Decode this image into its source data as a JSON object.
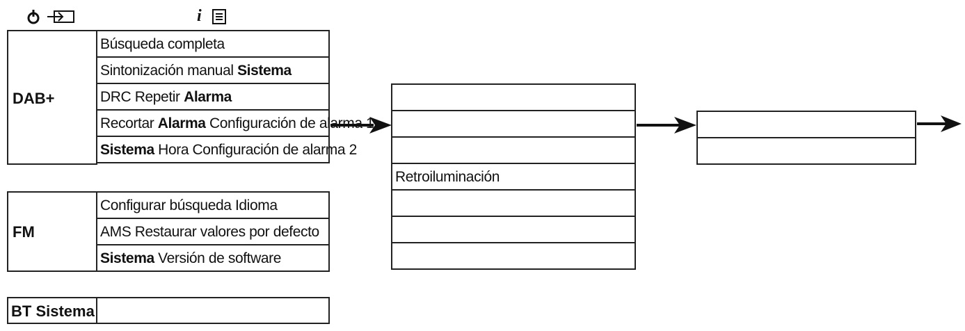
{
  "icons": {
    "top_left": [
      "power-icon",
      "input-icon"
    ],
    "top_mid": [
      "info-icon",
      "menu-icon"
    ],
    "info_glyph": "i"
  },
  "dab": {
    "label": "DAB+",
    "rows": [
      {
        "parts": [
          {
            "t": "Búsqueda completa",
            "b": false
          }
        ]
      },
      {
        "parts": [
          {
            "t": "Sintonización manual ",
            "b": false
          },
          {
            "t": "Sistema",
            "b": true
          }
        ]
      },
      {
        "parts": [
          {
            "t": "DRC Repetir ",
            "b": false
          },
          {
            "t": "Alarma",
            "b": true
          }
        ]
      },
      {
        "parts": [
          {
            "t": "Recortar ",
            "b": false
          },
          {
            "t": "Alarma",
            "b": true
          },
          {
            "t": " Configuración de alarma 1",
            "b": false
          }
        ]
      },
      {
        "parts": [
          {
            "t": "Sistema",
            "b": true
          },
          {
            "t": " Hora Configuración de alarma 2",
            "b": false
          }
        ]
      }
    ]
  },
  "fm": {
    "label": "FM",
    "rows": [
      {
        "parts": [
          {
            "t": "Configurar búsqueda Idioma",
            "b": false
          }
        ]
      },
      {
        "parts": [
          {
            "t": "AMS Restaurar valores por defecto",
            "b": false
          }
        ]
      },
      {
        "parts": [
          {
            "t": "Sistema",
            "b": true
          },
          {
            "t": " Versión de software",
            "b": false
          }
        ]
      }
    ]
  },
  "bt": {
    "label": "BT Sistema"
  },
  "middle_column": {
    "rows": [
      "",
      "",
      "",
      "Retroiluminación",
      "",
      "",
      ""
    ]
  },
  "right_column": {
    "rows": [
      "",
      ""
    ]
  }
}
